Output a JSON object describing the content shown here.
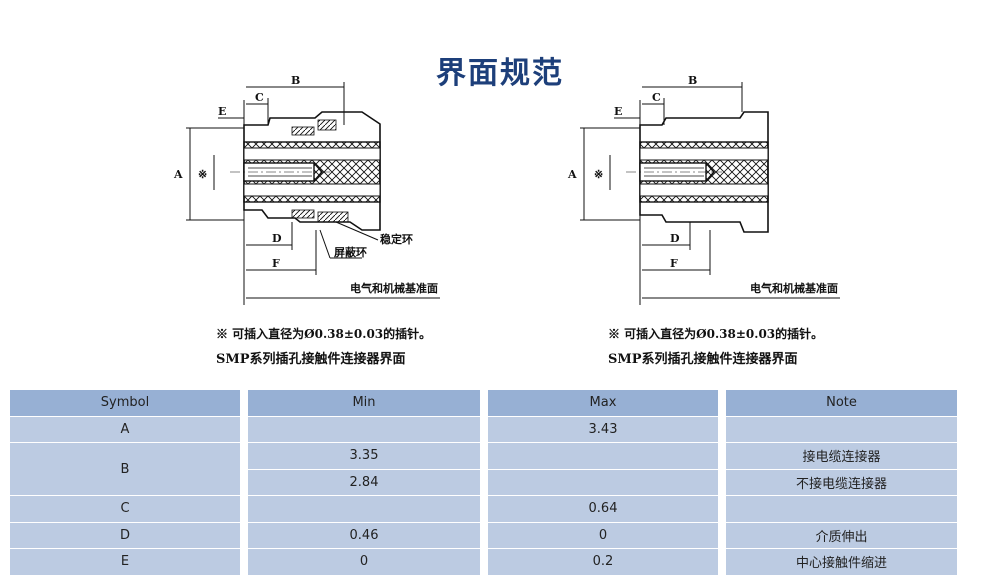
{
  "title": "界面规范",
  "drawings": [
    {
      "labels": {
        "A": "A",
        "B": "B",
        "C": "C",
        "D": "D",
        "E": "E",
        "F": "F",
        "star": "※"
      },
      "callouts": [
        "稳定环",
        "屏蔽环"
      ],
      "datum": "电气和机械基准面",
      "note": "※ 可插入直径为Ø0.38±0.03的插针。",
      "caption": "SMP系列插孔接触件连接器界面"
    },
    {
      "labels": {
        "A": "A",
        "B": "B",
        "C": "C",
        "D": "D",
        "E": "E",
        "F": "F",
        "star": "※"
      },
      "callouts": [],
      "datum": "电气和机械基准面",
      "note": "※ 可插入直径为Ø0.38±0.03的插针。",
      "caption": "SMP系列插孔接触件连接器界面"
    }
  ],
  "table": {
    "headers": [
      "Symbol",
      "Min",
      "Max",
      "Note"
    ],
    "rows": [
      {
        "symbol": "A",
        "min": "",
        "max": "3.43",
        "note": ""
      },
      {
        "symbol": "B",
        "min": "3.35",
        "max": "",
        "note": "接电缆连接器"
      },
      {
        "symbol": "",
        "min": "2.84",
        "max": "",
        "note": "不接电缆连接器"
      },
      {
        "symbol": "C",
        "min": "",
        "max": "0.64",
        "note": ""
      },
      {
        "symbol": "D",
        "min": "0.46",
        "max": "0",
        "note": "介质伸出"
      },
      {
        "symbol": "E",
        "min": "0",
        "max": "0.2",
        "note": "中心接触件缩进"
      }
    ]
  },
  "colors": {
    "header": "#97b0d4",
    "row": "#bccbe2",
    "title": "#1d3f7a"
  }
}
